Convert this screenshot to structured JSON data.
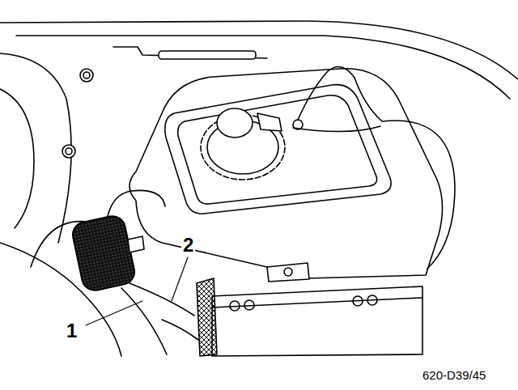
{
  "diagram": {
    "labels": [
      "1",
      "2",
      "620-D39/45"
    ]
  }
}
